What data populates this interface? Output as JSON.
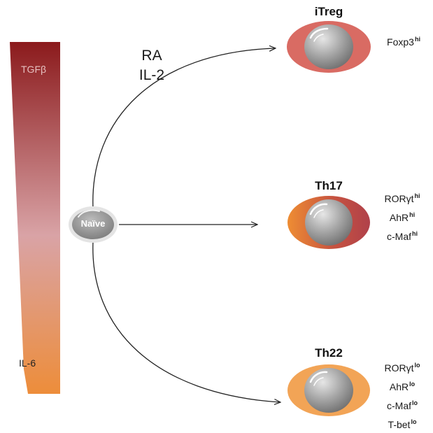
{
  "gradient": {
    "top_label": "TGFβ",
    "bottom_label": "IL-6",
    "top_color": "#8b1a1c",
    "bottom_color": "#ed8d3a"
  },
  "naive": {
    "label": "Naïve"
  },
  "conditions": {
    "line1": "RA",
    "line2": "IL-2"
  },
  "cells": [
    {
      "title": "iTreg",
      "color": "#d96b63",
      "markers": [
        {
          "name": "Foxp3",
          "sup": "hi"
        }
      ]
    },
    {
      "title": "Th17",
      "color_left": "#ee8d33",
      "color_right": "#b0414a",
      "markers": [
        {
          "name": "RORγt",
          "sup": "hi"
        },
        {
          "name": "AhR",
          "sup": "hi"
        },
        {
          "name": "c-Maf",
          "sup": "hi"
        }
      ]
    },
    {
      "title": "Th22",
      "color": "#f2a456",
      "markers": [
        {
          "name": "RORγt",
          "sup": "lo"
        },
        {
          "name": "AhR",
          "sup": "lo"
        },
        {
          "name": "c-Maf",
          "sup": "lo"
        },
        {
          "name": "T-bet",
          "sup": "lo"
        }
      ]
    }
  ]
}
